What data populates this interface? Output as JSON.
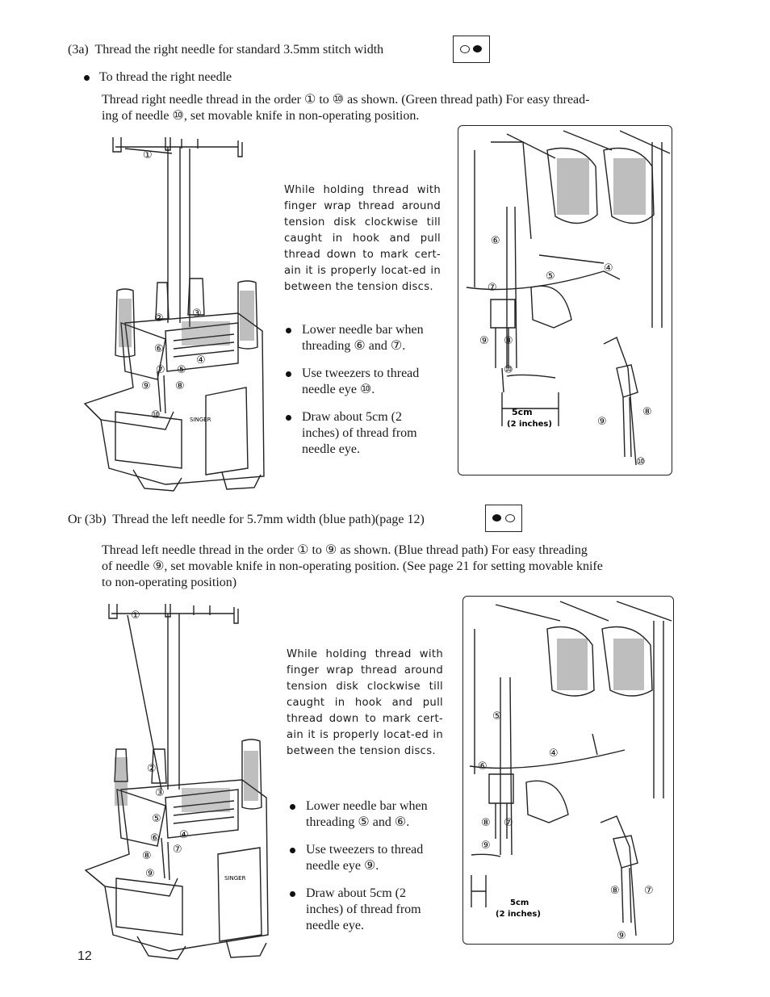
{
  "section_a": {
    "heading": "(3a)  Thread the right needle for standard 3.5mm stitch width",
    "bullet": "To thread the right needle",
    "intro_line1": "Thread right needle thread in the order ① to ⑩ as shown. (Green thread path) For easy thread-",
    "intro_line2": "ing of needle ⑩, set movable knife in non-operating position.",
    "holding_text": "While holding thread with finger wrap thread around tension disk clockwise till caught in hook and pull thread down to mark cert-ain it is properly locat-ed in between the tension discs.",
    "tips": [
      "Lower needle bar when threading ⑥ and ⑦.",
      "Use tweezers to thread needle eye ⑩.",
      "Draw about 5cm (2 inches) of thread from needle eye."
    ],
    "figure_labels": [
      "①",
      "②",
      "③",
      "④",
      "⑤",
      "⑥",
      "⑦",
      "⑧",
      "⑨",
      "⑩"
    ],
    "detail_measure": "5cm",
    "detail_measure_inches": "(2 inches)",
    "brand": "SINGER"
  },
  "section_b": {
    "heading": "Or (3b)  Thread the left needle for 5.7mm width (blue path)(page 12)",
    "intro_line1": "Thread left needle thread in the order ① to ⑨ as shown. (Blue thread path) For easy threading",
    "intro_line2": "of needle ⑨, set movable knife in non-operating position. (See page 21 for setting movable knife",
    "intro_line3": "to non-operating position)",
    "holding_text": "While holding thread with finger wrap thread around tension disk clockwise till caught in hook and pull thread down to mark cert-ain it is properly locat-ed in between the tension discs.",
    "tips": [
      "Lower needle bar when threading ⑤ and ⑥.",
      "Use tweezers to thread needle eye ⑨.",
      "Draw about 5cm (2 inches) of thread from needle eye."
    ],
    "figure_labels": [
      "①",
      "②",
      "③",
      "④",
      "⑤",
      "⑥",
      "⑦",
      "⑧",
      "⑨"
    ],
    "detail_measure": "5cm",
    "detail_measure_inches": "(2 inches)",
    "brand": "SINGER"
  },
  "page_number": "12"
}
